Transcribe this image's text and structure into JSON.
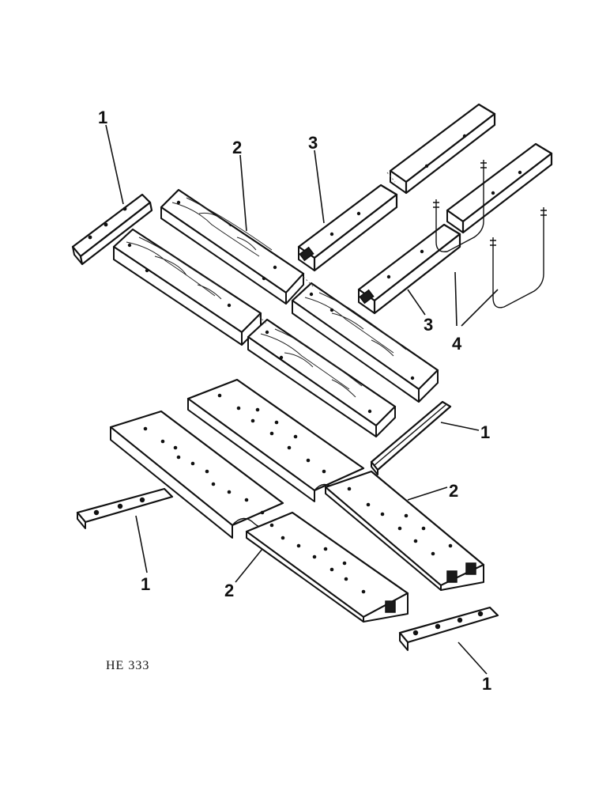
{
  "diagram": {
    "reference_code": "HE 333",
    "callouts": {
      "c1_top_left": "1",
      "c2_top": "2",
      "c3_top": "3",
      "c3_right": "3",
      "c4_right": "4",
      "c1_mid_right": "1",
      "c2_mid_right": "2",
      "c1_lower_left": "1",
      "c2_lower": "2",
      "c1_bottom_right": "1"
    }
  }
}
